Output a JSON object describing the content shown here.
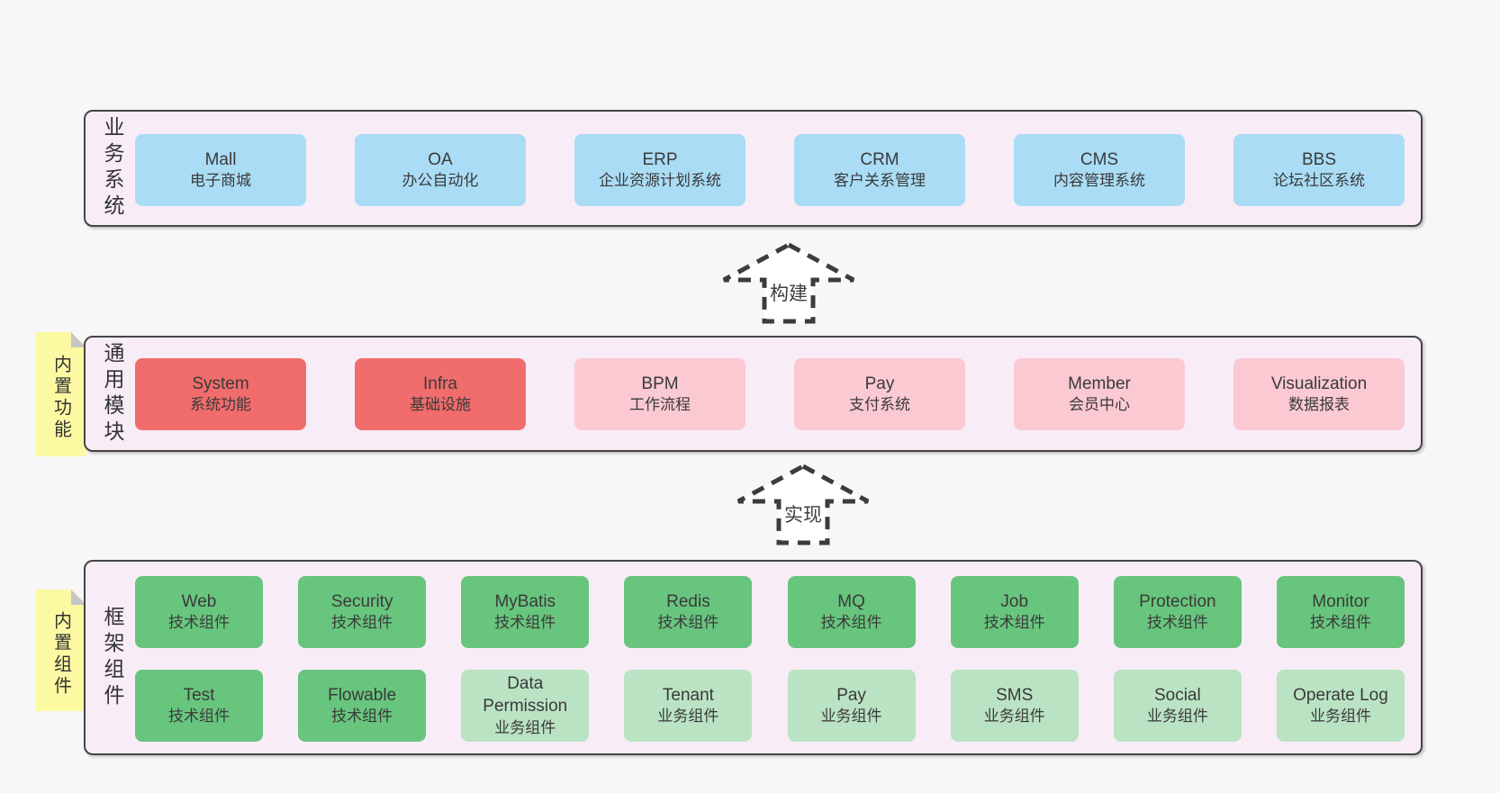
{
  "colors": {
    "page_bg": "#f7f7f7",
    "panel_bg": "#f8edf6",
    "panel_border": "#454545",
    "box_blue": "#aadcf5",
    "box_red": "#f16c6c",
    "box_pink": "#fbc9d2",
    "box_green": "#68c57e",
    "box_light_green": "#bae3c3",
    "note_yellow": "#fbf9a2",
    "note_fold_gray": "#c6c6c6",
    "arrow_stroke": "#3c3c3c"
  },
  "sections": {
    "business": {
      "side_label": "业务系统",
      "boxes": [
        {
          "en": "Mall",
          "zh": "电子商城"
        },
        {
          "en": "OA",
          "zh": "办公自动化"
        },
        {
          "en": "ERP",
          "zh": "企业资源计划系统"
        },
        {
          "en": "CRM",
          "zh": "客户关系管理"
        },
        {
          "en": "CMS",
          "zh": "内容管理系统"
        },
        {
          "en": "BBS",
          "zh": "论坛社区系统"
        }
      ]
    },
    "modules": {
      "note": "内置功能",
      "side_label": "通用模块",
      "boxes": [
        {
          "en": "System",
          "zh": "系统功能"
        },
        {
          "en": "Infra",
          "zh": "基础设施"
        },
        {
          "en": "BPM",
          "zh": "工作流程"
        },
        {
          "en": "Pay",
          "zh": "支付系统"
        },
        {
          "en": "Member",
          "zh": "会员中心"
        },
        {
          "en": "Visualization",
          "zh": "数据报表"
        }
      ]
    },
    "framework": {
      "note": "内置组件",
      "side_label": "框架组件",
      "row1": [
        {
          "en": "Web",
          "zh": "技术组件"
        },
        {
          "en": "Security",
          "zh": "技术组件"
        },
        {
          "en": "MyBatis",
          "zh": "技术组件"
        },
        {
          "en": "Redis",
          "zh": "技术组件"
        },
        {
          "en": "MQ",
          "zh": "技术组件"
        },
        {
          "en": "Job",
          "zh": "技术组件"
        },
        {
          "en": "Protection",
          "zh": "技术组件"
        },
        {
          "en": "Monitor",
          "zh": "技术组件"
        }
      ],
      "row2": [
        {
          "en": "Test",
          "zh": "技术组件"
        },
        {
          "en": "Flowable",
          "zh": "技术组件"
        },
        {
          "en": "Data Permission",
          "zh": "业务组件"
        },
        {
          "en": "Tenant",
          "zh": "业务组件"
        },
        {
          "en": "Pay",
          "zh": "业务组件"
        },
        {
          "en": "SMS",
          "zh": "业务组件"
        },
        {
          "en": "Social",
          "zh": "业务组件"
        },
        {
          "en": "Operate Log",
          "zh": "业务组件"
        }
      ]
    }
  },
  "arrows": {
    "build": "构建",
    "implement": "实现"
  }
}
